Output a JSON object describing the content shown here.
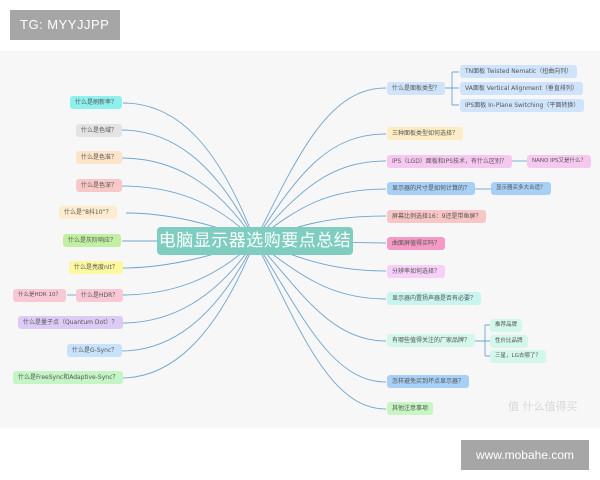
{
  "watermark_top": "TG: MYYJJPP",
  "watermark_bottom": "www.mobahe.com",
  "corner_logo": "值 什么值得买",
  "mindmap": {
    "root": "电脑显示器选购要点总结",
    "root_color": "#7ecdc0",
    "left": [
      {
        "label": "什么是刷新率？",
        "color": "#8ff0f0"
      },
      {
        "label": "什么是色域？",
        "color": "#e4e4e4"
      },
      {
        "label": "什么是色准？",
        "color": "#fde3c8"
      },
      {
        "label": "什么是色深？",
        "color": "#f8c8c8"
      },
      {
        "label": "什么是“8抖10”？",
        "color": "#fdeccd"
      },
      {
        "label": "什么是灰阶响应？",
        "color": "#c2f0a2"
      },
      {
        "label": "什么是亮度nit？",
        "color": "#fbf8a0"
      },
      {
        "label": "什么是HDR？",
        "color": "#f8c8d4",
        "child": {
          "label": "什么是HDR 10？",
          "color": "#f8c8d4"
        }
      },
      {
        "label": "什么是量子点（Quantum Dot）？",
        "color": "#dccbf5"
      },
      {
        "label": "什么是G-Sync？",
        "color": "#c8e2fb"
      },
      {
        "label": "什么是FreeSync和Adaptive-Sync？",
        "color": "#c4f5c4"
      }
    ],
    "right": [
      {
        "label": "什么是面板类型？",
        "color": "#cfe3fb",
        "children": [
          {
            "label": "TN面板 Twisted Nematic（扭曲向列）",
            "color": "#cfe3fb"
          },
          {
            "label": "VA面板 Vertical Alignment（垂直排列）",
            "color": "#cfe3fb"
          },
          {
            "label": "IPS面板 In-Plane Switching（平面转换）",
            "color": "#cfe3fb"
          }
        ]
      },
      {
        "label": "三种面板类型如何选择？",
        "color": "#fdedc4"
      },
      {
        "label": "IPS（LGD）面板和IPS技术，有什么区别？",
        "color": "#f6c8f0",
        "children": [
          {
            "label": "NANO IPS又是什么？",
            "color": "#f6c8f0"
          }
        ]
      },
      {
        "label": "显示器的尺寸是如何计算的？",
        "color": "#a8cff5",
        "children": [
          {
            "label": "显示器买多大合适？",
            "color": "#a8cff5"
          }
        ]
      },
      {
        "label": "屏幕比例选择16：9还是带鱼屏？",
        "color": "#f9c6c6"
      },
      {
        "label": "曲面屏值得买吗？",
        "color": "#f59ac4"
      },
      {
        "label": "分辨率如何选择？",
        "color": "#f6d0f6"
      },
      {
        "label": "显示器内置扬声器是否有必要？",
        "color": "#c8f5ee"
      },
      {
        "label": "有哪些值得关注的厂家品牌？",
        "color": "#d4f7ec",
        "children": [
          {
            "label": "推荐品牌",
            "color": "#d4f7ec"
          },
          {
            "label": "性价比品牌",
            "color": "#d4f7ec"
          },
          {
            "label": "三星，LG去哪了？",
            "color": "#d4f7ec"
          }
        ]
      },
      {
        "label": "怎样避免买到坏点显示器？",
        "color": "#a8cff5"
      },
      {
        "label": "其他注意事项",
        "color": "#c8f5c4"
      }
    ],
    "line_color": "#6fa4cf"
  }
}
